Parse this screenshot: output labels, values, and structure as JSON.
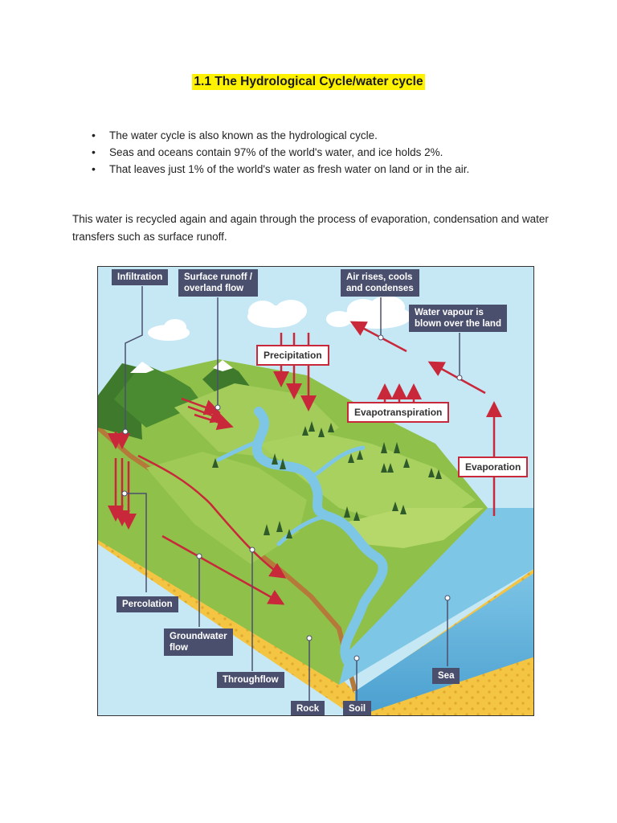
{
  "page": {
    "title": "1.1 The Hydrological Cycle/water cycle",
    "bullets": [
      "The water cycle is also known as the hydrological cycle.",
      "Seas and oceans contain 97% of the world's water, and ice holds 2%.",
      "That leaves just 1% of the world's water as fresh water on land or in the air."
    ],
    "paragraph": "This water is recycled again and again through the process of evaporation, condensation and water transfers such as surface runoff."
  },
  "diagram": {
    "labels": {
      "infiltration": "Infiltration",
      "surface_runoff": "Surface runoff /\noverland flow",
      "air_rises": "Air rises, cools\nand condenses",
      "water_vapour": "Water vapour is\nblown over the land",
      "percolation": "Percolation",
      "groundwater": "Groundwater\nflow",
      "throughflow": "Throughflow",
      "rock": "Rock",
      "soil": "Soil",
      "sea": "Sea"
    },
    "processes": {
      "precipitation": "Precipitation",
      "evapotranspiration": "Evapotranspiration",
      "evaporation": "Evaporation"
    },
    "colors": {
      "sky": "#c6e8f5",
      "rock": "#f4c542",
      "grass": "#8fc04a",
      "dark_grass": "#4a8a30",
      "water": "#7ec6e6",
      "sea": "#6cb8e0",
      "arrow": "#c8283a",
      "label_bg": "#4b4f6e"
    }
  }
}
